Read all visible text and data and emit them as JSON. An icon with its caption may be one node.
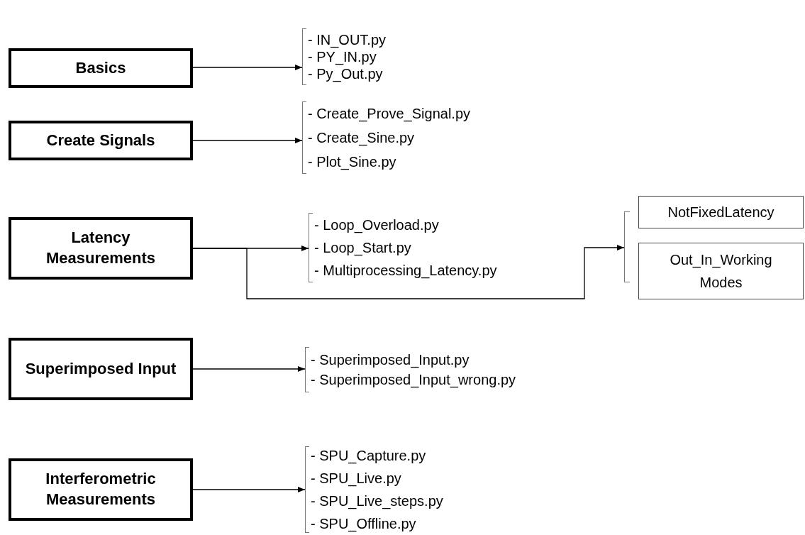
{
  "diagram": {
    "nodes": [
      {
        "text": [
          "Basics"
        ]
      },
      {
        "text": [
          "Create Signals"
        ]
      },
      {
        "text": [
          "Latency Measurements"
        ]
      },
      {
        "text": [
          "Superimposed Input"
        ]
      },
      {
        "text": [
          "Interferometric Measurements"
        ]
      },
      {
        "text": [
          "- IN_OUT.py",
          "- PY_IN.py",
          "- Py_Out.py"
        ]
      },
      {
        "text": [
          "- Create_Prove_Signal.py",
          "- Create_Sine.py",
          "- Plot_Sine.py"
        ]
      },
      {
        "text": [
          "- Loop_Overload.py",
          "- Loop_Start.py",
          "- Multiprocessing_Latency.py"
        ]
      },
      {
        "text": [
          "- Superimposed_Input.py",
          "- Superimposed_Input_wrong.py"
        ]
      },
      {
        "text": [
          "- SPU_Capture.py",
          "- SPU_Live.py",
          "- SPU_Live_steps.py",
          "- SPU_Offline.py"
        ]
      },
      {
        "text": [],
        "shape": "bracket"
      },
      {
        "text": [
          "NotFixedLatency"
        ]
      },
      {
        "text": [
          "Out_In_Working Modes"
        ]
      }
    ],
    "edges": [
      {
        "from": 0,
        "to": 5,
        "arrow": "to"
      },
      {
        "from": 1,
        "to": 6,
        "arrow": "to"
      },
      {
        "from": 2,
        "to": 7,
        "arrow": "to"
      },
      {
        "from": 2,
        "to": 10,
        "arrow": "to"
      },
      {
        "from": 3,
        "to": 8,
        "arrow": "to"
      },
      {
        "from": 4,
        "to": 9,
        "arrow": "to"
      }
    ]
  }
}
